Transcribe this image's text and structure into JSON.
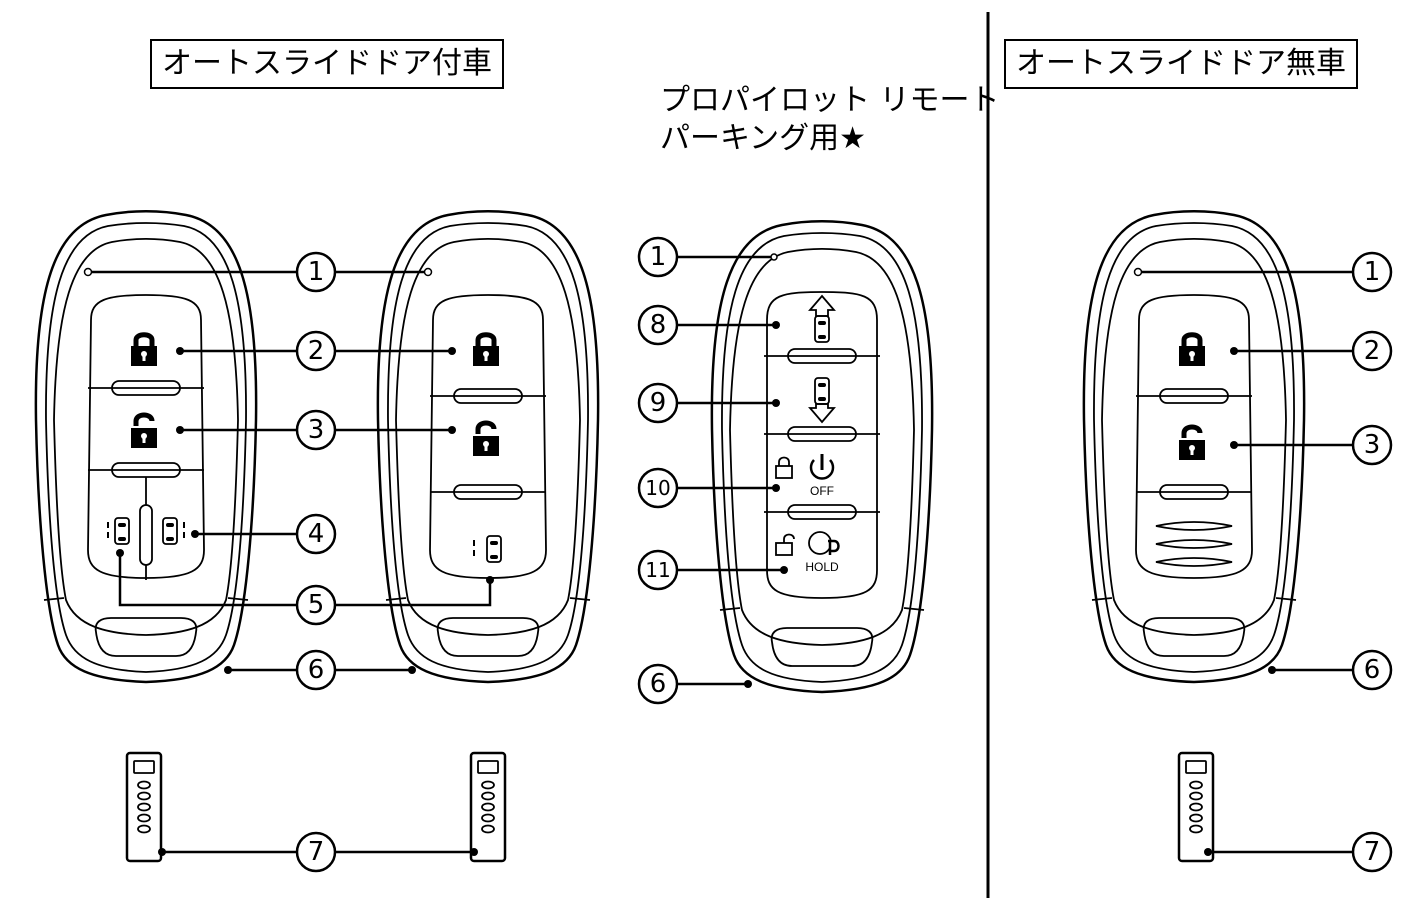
{
  "headings": {
    "with_auto_slide_door": "オートスライドドア付車",
    "propilot_remote_parking": "プロパイロット リモート\nパーキング用★",
    "without_auto_slide_door": "オートスライドドア無車"
  },
  "callouts": {
    "c1": "1",
    "c2": "2",
    "c3": "3",
    "c4": "4",
    "c5": "5",
    "c6": "6",
    "c7": "7",
    "c8": "8",
    "c9": "9",
    "c10": "10",
    "c11": "11"
  },
  "button_labels": {
    "off": "OFF",
    "hold": "HOLD"
  },
  "keys": [
    {
      "name": "key-auto-slide-both",
      "variant": "オートスライドドア付車",
      "buttons": [
        "lock",
        "unlock",
        "slide-door-left",
        "slide-door-right"
      ],
      "callouts": [
        "1",
        "2",
        "3",
        "4",
        "5",
        "6",
        "7"
      ]
    },
    {
      "name": "key-auto-slide-single",
      "variant": "オートスライドドア付車",
      "buttons": [
        "lock",
        "unlock",
        "slide-door"
      ],
      "callouts": [
        "1",
        "2",
        "3",
        "5",
        "6",
        "7"
      ]
    },
    {
      "name": "key-propilot",
      "variant": "プロパイロット リモート パーキング用",
      "buttons": [
        "forward",
        "backward",
        "lock-off",
        "unlock-hold"
      ],
      "callouts": [
        "1",
        "8",
        "9",
        "10",
        "11",
        "6"
      ]
    },
    {
      "name": "key-no-auto-slide",
      "variant": "オートスライドドア無車",
      "buttons": [
        "lock",
        "unlock"
      ],
      "callouts": [
        "1",
        "2",
        "3",
        "6",
        "7"
      ]
    }
  ]
}
